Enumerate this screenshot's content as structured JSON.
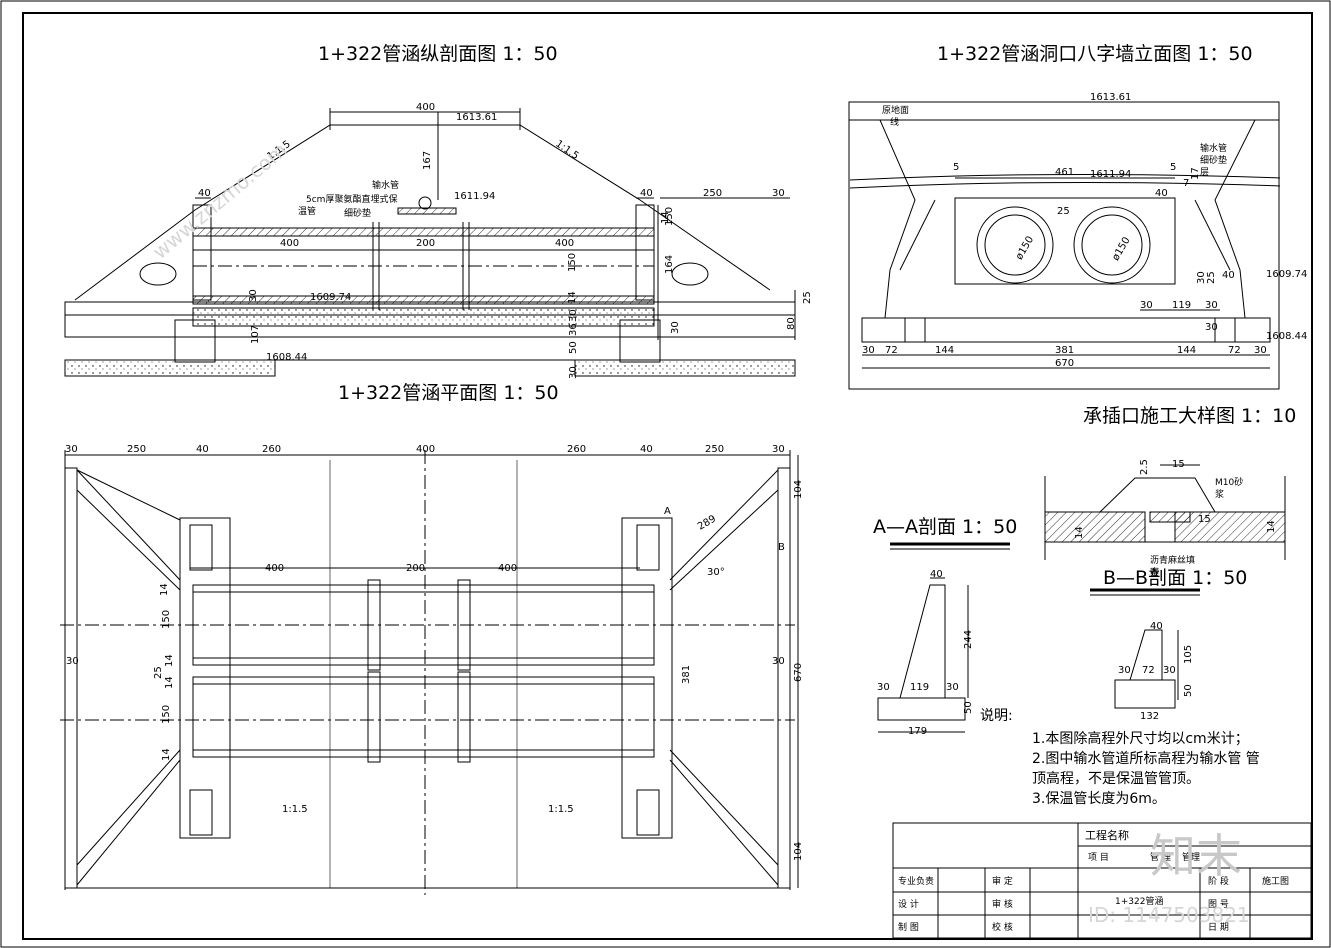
{
  "titles": {
    "profile": "1+322管涵纵剖面图 1：50",
    "elevation": "1+322管涵洞口八字墙立面图 1：50",
    "plan": "1+322管涵平面图 1：50",
    "joint_detail": "承插口施工大样图 1：10",
    "section_aa": "A—A剖面 1：50",
    "section_bb": "B—B剖面 1：50"
  },
  "profile": {
    "top_width": "400",
    "elev_top": "1613.61",
    "elev_pipe": "1611.94",
    "elev_invert": "1609.74",
    "elev_base": "1608.44",
    "slope_left": "1:1.5",
    "slope_right": "1:1.5",
    "h_167": "167",
    "dims_top": [
      "40",
      "40",
      "250",
      "30"
    ],
    "segments": [
      "400",
      "200",
      "400"
    ],
    "labels": {
      "pipe": "输水管",
      "insul": "5cm厚聚氨酯直埋式保",
      "insul2": "温管",
      "sand": "细砂垫"
    },
    "vdims": [
      "14",
      "150",
      "14",
      "150",
      "164",
      "30",
      "25",
      "80",
      "30",
      "107",
      "30",
      "50",
      "36",
      "30"
    ]
  },
  "elevation": {
    "elev_top": "1613.61",
    "elev_pipe": "1611.94",
    "elev_invert": "1609.74",
    "elev_base": "1608.44",
    "ground_line": [
      "原地面",
      "线"
    ],
    "pipe_label": [
      "输水管",
      "细砂垫",
      "层"
    ],
    "d5a": "5",
    "d5b": "5",
    "d461": "461",
    "d40": "40",
    "d25": "25",
    "d150a": "ø150",
    "d150b": "ø150",
    "d30a": "30",
    "d119": "119",
    "d30b": "30",
    "d40b": "40",
    "bottom_dims": [
      "30",
      "72",
      "144",
      "381",
      "144",
      "72",
      "30"
    ],
    "total": "670",
    "side_dims": [
      "25",
      "30",
      "30",
      "7",
      "17"
    ]
  },
  "plan": {
    "top_dims": [
      "30",
      "250",
      "40",
      "260",
      "400",
      "260",
      "40",
      "250",
      "30"
    ],
    "mid_dims": [
      "400",
      "200",
      "400"
    ],
    "right_dims": [
      "104",
      "104",
      "670"
    ],
    "left_vdims": [
      "14",
      "150",
      "25",
      "14",
      "14",
      "150",
      "14"
    ],
    "d381": "381",
    "d30l": "30",
    "d30r": "30",
    "d289": "289",
    "angle": "30°",
    "slope1": "1:1.5",
    "slope2": "1:1.5",
    "markA": "A",
    "markB": "B"
  },
  "joint": {
    "d15": "15",
    "d25": "2.5",
    "d14a": "14",
    "d14b": "14",
    "d15b": "15",
    "mortar": "M10砂",
    "mortar2": "浆",
    "asphalt": "沥青麻丝填",
    "asphalt2": "塞"
  },
  "section_aa": {
    "d40": "40",
    "d244": "244",
    "d30a": "30",
    "d119": "119",
    "d30b": "30",
    "d50": "50",
    "d179": "179"
  },
  "section_bb": {
    "d40": "40",
    "d105": "105",
    "d30": "30",
    "d72": "72",
    "d30b": "30",
    "d50": "50",
    "d132": "132"
  },
  "notes": {
    "heading": "说明:",
    "lines": [
      "1.本图除高程外尺寸均以cm米计；",
      "2.图中输水管道所标高程为输水管  管",
      "   顶高程，不是保温管管顶。",
      "3.保温管长度为6m。"
    ]
  },
  "title_block": {
    "project_name": "工程名称",
    "item": "项    目",
    "item2": "管 理",
    "item3": "管理",
    "drawing": "1+322管涵",
    "stage_label": "阶    段",
    "stage_value": "施工图",
    "date_label": "日    期",
    "sheet_label": "图    号",
    "rows_left": [
      "专业负责",
      "设    计",
      "制    图"
    ],
    "rows_right": [
      "审    定",
      "审    核",
      "校    核"
    ]
  },
  "watermark": {
    "brand": "知末",
    "id": "ID: 1147503821",
    "site": "www.znzmo.com"
  }
}
